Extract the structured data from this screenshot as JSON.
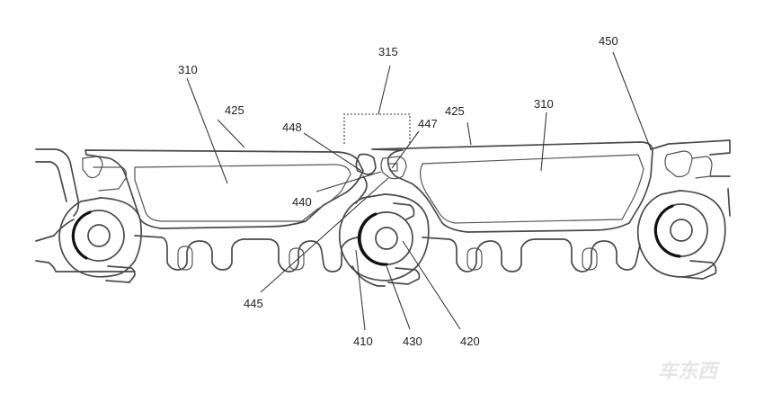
{
  "figure": {
    "labels": {
      "l315": "315",
      "l450": "450",
      "l310a": "310",
      "l310b": "310",
      "l425a": "425",
      "l425b": "425",
      "l448": "448",
      "l447": "447",
      "l440": "440",
      "l445": "445",
      "l410": "410",
      "l430": "430",
      "l420": "420"
    },
    "watermark": "车东西"
  },
  "colors": {
    "line": "#4a4a4a",
    "arc": "#111111",
    "background": "#ffffff"
  }
}
